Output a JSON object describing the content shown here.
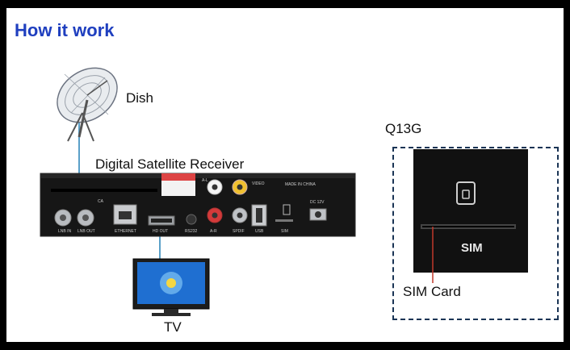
{
  "heading": "How it work",
  "labels": {
    "dish": "Dish",
    "receiver": "Digital Satellite Receiver",
    "tv": "TV",
    "model": "Q13G",
    "sim": "SIM",
    "sim_card": "SIM Card"
  },
  "panel_labels": {
    "lnb_in": "LNB IN",
    "lnb_out": "LNB OUT",
    "ca": "CA",
    "ethernet": "ETHERNET",
    "hd_out": "HD OUT",
    "rs232": "RS232",
    "audio_l": "A-L",
    "audio_r": "A-R",
    "video": "VIDEO",
    "spdif": "SPDIF",
    "usb": "USB",
    "sim_port": "SIM",
    "made_in": "MADE IN CHINA",
    "dc": "DC 12V"
  },
  "colors": {
    "heading": "#1f3fbf",
    "cable": "#5aa0c8",
    "dashed_border": "#1a3455",
    "sim_line": "#c0392b"
  }
}
